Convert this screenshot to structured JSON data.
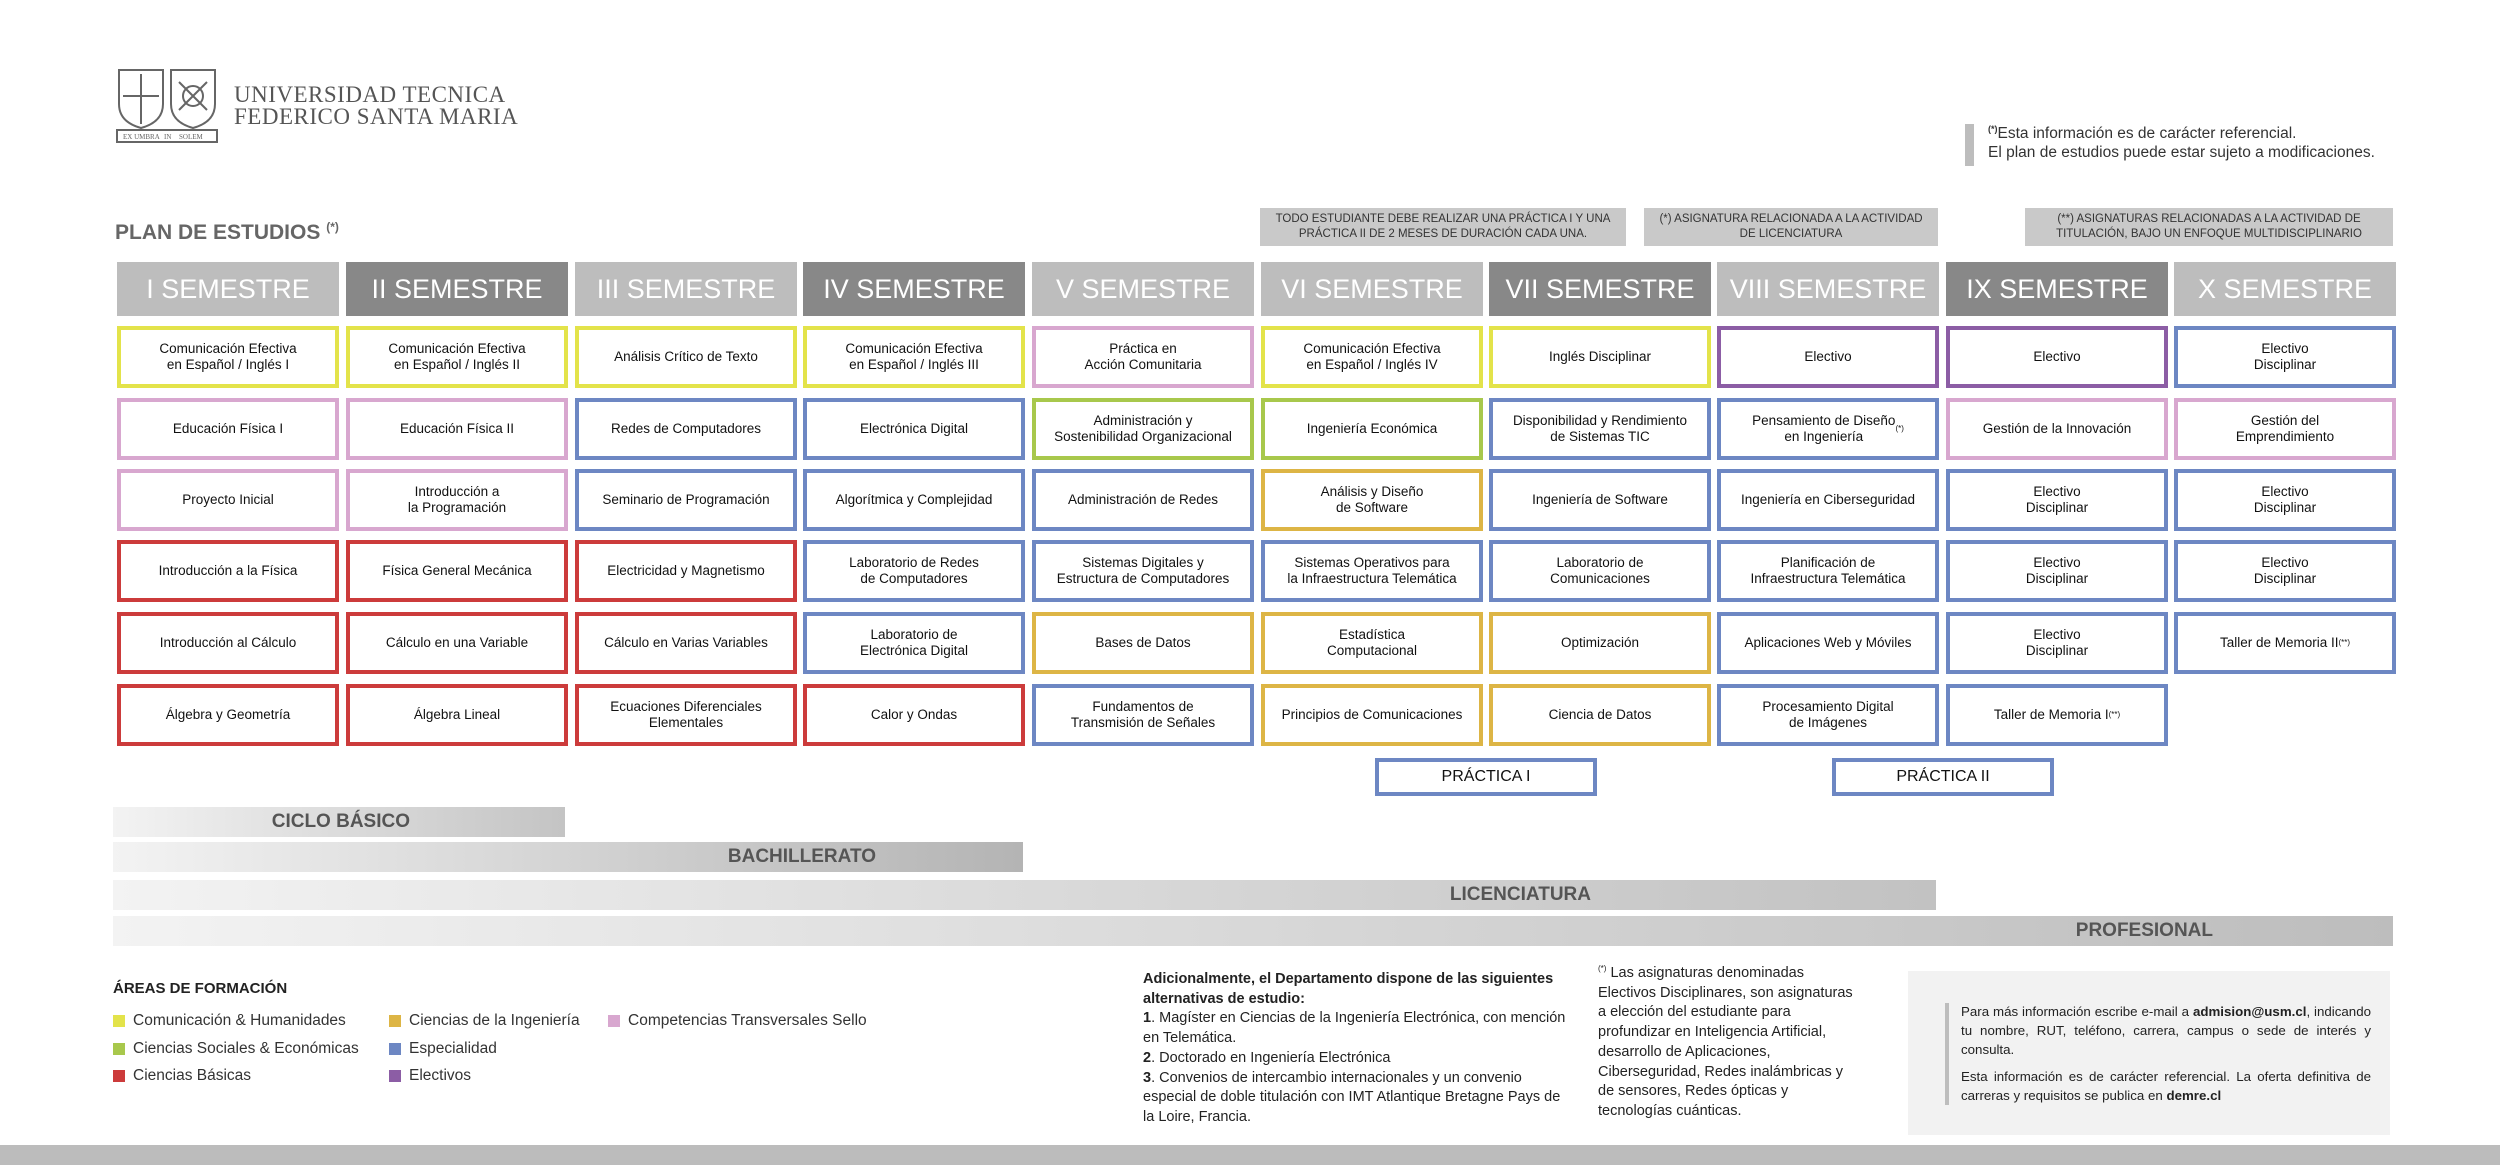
{
  "university": {
    "line1": "UNIVERSIDAD TECNICA",
    "line2": "FEDERICO SANTA MARIA",
    "motto_left": "EX UMBRA",
    "motto_mid": "IN",
    "motto_right": "SOLEM"
  },
  "disclaimer": {
    "line1": "Esta información es de carácter referencial.",
    "marker": "(*)",
    "line2": "El plan de estudios puede estar sujeto a modificaciones."
  },
  "title": {
    "text": "PLAN DE ESTUDIOS",
    "marker": "(*)"
  },
  "notes": [
    "TODO ESTUDIANTE DEBE REALIZAR UNA PRÁCTICA I Y UNA PRÁCTICA II DE 2 MESES DE DURACIÓN CADA UNA.",
    "(*) ASIGNATURA RELACIONADA A LA ACTIVIDAD DE LICENCIATURA",
    "(**) ASIGNATURAS RELACIONADAS A LA ACTIVIDAD DE TITULACIÓN, BAJO UN ENFOQUE MULTIDISCIPLINARIO"
  ],
  "semesters": [
    {
      "label": "I SEMESTRE",
      "shade": "light",
      "courses": [
        {
          "name": "Comunicación Efectiva\nen Español / Inglés I",
          "color": "yellow"
        },
        {
          "name": "Educación Física I",
          "color": "pink"
        },
        {
          "name": "Proyecto Inicial",
          "color": "pink"
        },
        {
          "name": "Introducción a la Física",
          "color": "red"
        },
        {
          "name": "Introducción al Cálculo",
          "color": "red"
        },
        {
          "name": "Álgebra y Geometría",
          "color": "red"
        }
      ]
    },
    {
      "label": "II SEMESTRE",
      "shade": "dark",
      "courses": [
        {
          "name": "Comunicación Efectiva\nen Español / Inglés II",
          "color": "yellow"
        },
        {
          "name": "Educación Física II",
          "color": "pink"
        },
        {
          "name": "Introducción a\nla Programación",
          "color": "pink"
        },
        {
          "name": "Física General Mecánica",
          "color": "red"
        },
        {
          "name": "Cálculo en una Variable",
          "color": "red"
        },
        {
          "name": "Álgebra Lineal",
          "color": "red"
        }
      ]
    },
    {
      "label": "III SEMESTRE",
      "shade": "light",
      "courses": [
        {
          "name": "Análisis Crítico de Texto",
          "color": "yellow"
        },
        {
          "name": "Redes de Computadores",
          "color": "blue"
        },
        {
          "name": "Seminario de Programación",
          "color": "blue"
        },
        {
          "name": "Electricidad y Magnetismo",
          "color": "red"
        },
        {
          "name": "Cálculo en Varias Variables",
          "color": "red"
        },
        {
          "name": "Ecuaciones Diferenciales\nElementales",
          "color": "red"
        }
      ]
    },
    {
      "label": "IV SEMESTRE",
      "shade": "dark",
      "courses": [
        {
          "name": "Comunicación Efectiva\nen Español / Inglés III",
          "color": "yellow"
        },
        {
          "name": "Electrónica Digital",
          "color": "blue"
        },
        {
          "name": "Algorítmica y Complejidad",
          "color": "blue"
        },
        {
          "name": "Laboratorio de Redes\nde Computadores",
          "color": "blue"
        },
        {
          "name": "Laboratorio de\nElectrónica Digital",
          "color": "blue"
        },
        {
          "name": "Calor y Ondas",
          "color": "red"
        }
      ]
    },
    {
      "label": "V SEMESTRE",
      "shade": "light",
      "courses": [
        {
          "name": "Práctica en\nAcción Comunitaria",
          "color": "pink"
        },
        {
          "name": "Administración y\nSostenibilidad Organizacional",
          "color": "green"
        },
        {
          "name": "Administración de Redes",
          "color": "blue"
        },
        {
          "name": "Sistemas Digitales y\nEstructura de Computadores",
          "color": "blue"
        },
        {
          "name": "Bases de Datos",
          "color": "gold"
        },
        {
          "name": "Fundamentos de\nTransmisión de Señales",
          "color": "blue"
        }
      ]
    },
    {
      "label": "VI SEMESTRE",
      "shade": "light",
      "courses": [
        {
          "name": "Comunicación Efectiva\nen Español / Inglés IV",
          "color": "yellow"
        },
        {
          "name": "Ingeniería Económica",
          "color": "green"
        },
        {
          "name": "Análisis y Diseño\nde Software",
          "color": "gold"
        },
        {
          "name": "Sistemas  Operativos para\nla Infraestructura Telemática",
          "color": "blue"
        },
        {
          "name": "Estadística\nComputacional",
          "color": "gold"
        },
        {
          "name": "Principios de Comunicaciones",
          "color": "gold"
        }
      ]
    },
    {
      "label": "VII SEMESTRE",
      "shade": "dark",
      "courses": [
        {
          "name": "Inglés Disciplinar",
          "color": "yellow"
        },
        {
          "name": "Disponibilidad y Rendimiento\nde Sistemas TIC",
          "color": "blue"
        },
        {
          "name": "Ingeniería de Software",
          "color": "blue"
        },
        {
          "name": "Laboratorio de\nComunicaciones",
          "color": "blue"
        },
        {
          "name": "Optimización",
          "color": "gold"
        },
        {
          "name": "Ciencia de Datos",
          "color": "gold"
        }
      ]
    },
    {
      "label": "VIII SEMESTRE",
      "shade": "light",
      "courses": [
        {
          "name": "Electivo",
          "color": "purple"
        },
        {
          "name": "Pensamiento de Diseño\nen Ingeniería",
          "marker": "(*)",
          "color": "blue"
        },
        {
          "name": "Ingeniería en Ciberseguridad",
          "color": "blue"
        },
        {
          "name": "Planificación de\nInfraestructura Telemática",
          "color": "blue"
        },
        {
          "name": "Aplicaciones Web y Móviles",
          "color": "blue"
        },
        {
          "name": "Procesamiento Digital\nde Imágenes",
          "color": "blue"
        }
      ]
    },
    {
      "label": "IX SEMESTRE",
      "shade": "dark",
      "courses": [
        {
          "name": "Electivo",
          "color": "purple"
        },
        {
          "name": "Gestión de la Innovación",
          "color": "pink"
        },
        {
          "name": "Electivo\nDisciplinar",
          "color": "blue"
        },
        {
          "name": "Electivo\nDisciplinar",
          "color": "blue"
        },
        {
          "name": "Electivo\nDisciplinar",
          "color": "blue"
        },
        {
          "name": "Taller de Memoria I",
          "marker": "(**)",
          "color": "blue"
        }
      ]
    },
    {
      "label": "X SEMESTRE",
      "shade": "light",
      "courses": [
        {
          "name": "Electivo\nDisciplinar",
          "color": "blue"
        },
        {
          "name": "Gestión del\nEmprendimiento",
          "color": "pink"
        },
        {
          "name": "Electivo\nDisciplinar",
          "color": "blue"
        },
        {
          "name": "Electivo\nDisciplinar",
          "color": "blue"
        },
        {
          "name": "Taller de Memoria II",
          "marker": "(**)",
          "color": "blue"
        }
      ]
    }
  ],
  "practices": [
    "PRÁCTICA I",
    "PRÁCTICA II"
  ],
  "cycles": [
    "CICLO BÁSICO",
    "BACHILLERATO",
    "LICENCIATURA",
    "PROFESIONAL"
  ],
  "areas": {
    "title": "ÁREAS DE FORMACIÓN",
    "items": [
      {
        "label": "Comunicación & Humanidades",
        "color": "#e3e34a"
      },
      {
        "label": "Ciencias Sociales & Económicas",
        "color": "#a8c84c"
      },
      {
        "label": "Ciencias Básicas",
        "color": "#cc3b3b"
      },
      {
        "label": "Ciencias de la Ingeniería",
        "color": "#ddb545"
      },
      {
        "label": "Especialidad",
        "color": "#6d87c3"
      },
      {
        "label": "Electivos",
        "color": "#8c5da5"
      },
      {
        "label": "Competencias Transversales Sello",
        "color": "#d8a7cf"
      }
    ]
  },
  "alternatives": {
    "heading": "Adicionalmente, el Departamento dispone de las siguientes alternativas de estudio:",
    "items": [
      {
        "num": "1",
        "text": ". Magíster en Ciencias de la Ingeniería Electrónica, con mención en Telemática."
      },
      {
        "num": "2",
        "text": ". Doctorado en Ingeniería Electrónica"
      },
      {
        "num": "3",
        "text": ". Convenios de intercambio internacionales y un convenio especial de doble titulación con IMT Atlantique Bretagne Pays de la Loire, Francia."
      }
    ]
  },
  "electives_note": {
    "marker": "(*)",
    "text": "Las asignaturas denominadas Electivos Disciplinares, son asignaturas a elección del estudiante para profundizar en Inteligencia Artificial, desarrollo de Aplicaciones, Ciberseguridad, Redes inalámbricas y de sensores, Redes ópticas y tecnologías cuánticas."
  },
  "contact": {
    "p1_pre": "Para más información escribe e-mail a ",
    "email": "admision@usm.cl",
    "p1_post": ", indicando tu nombre, RUT, teléfono, carrera, campus o sede de interés y consulta.",
    "p2_pre": "Esta información es de carácter referencial. La oferta definitiva de carreras y requisitos se publica en ",
    "site": "demre.cl"
  },
  "colors": {
    "yellow": "#e3e34a",
    "pink": "#d8a7cf",
    "red": "#cc3b3b",
    "blue": "#6d87c3",
    "green": "#a8c84c",
    "gold": "#ddb545",
    "purple": "#8c5da5",
    "header_light": "#bdbdbd",
    "header_dark": "#888888"
  }
}
